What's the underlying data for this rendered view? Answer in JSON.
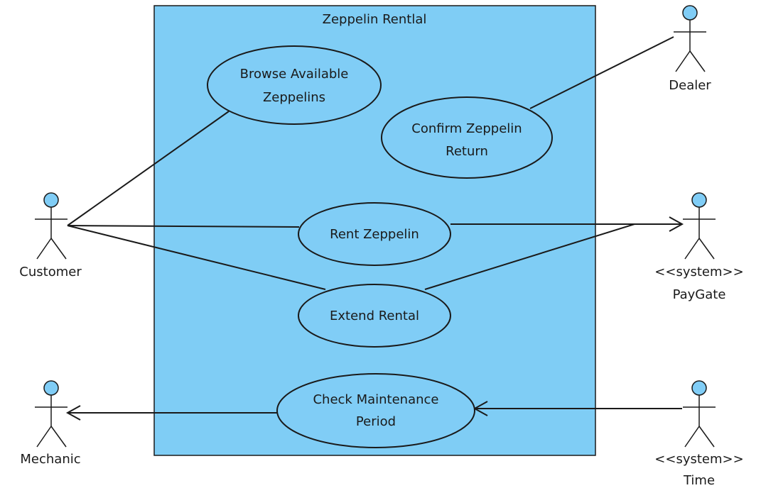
{
  "system": {
    "title": "Zeppelin Rentlal"
  },
  "actors": {
    "customer": {
      "name": "Customer"
    },
    "dealer": {
      "name": "Dealer"
    },
    "paygate": {
      "stereotype": "<<system>>",
      "name": "PayGate"
    },
    "mechanic": {
      "name": "Mechanic"
    },
    "time": {
      "stereotype": "<<system>>",
      "name": "Time"
    }
  },
  "use_cases": {
    "browse": {
      "line1": "Browse Available",
      "line2": "Zeppelins"
    },
    "confirm": {
      "line1": "Confirm Zeppelin",
      "line2": "Return"
    },
    "rent": {
      "line1": "Rent Zeppelin"
    },
    "extend": {
      "line1": "Extend Rental"
    },
    "maintenance": {
      "line1": "Check Maintenance",
      "line2": "Period"
    }
  },
  "colors": {
    "system_fill": "#7fcdf5",
    "use_case_fill": "#80cdf6",
    "actor_head_fill": "#80cdf6",
    "line": "#1a1a1a"
  }
}
